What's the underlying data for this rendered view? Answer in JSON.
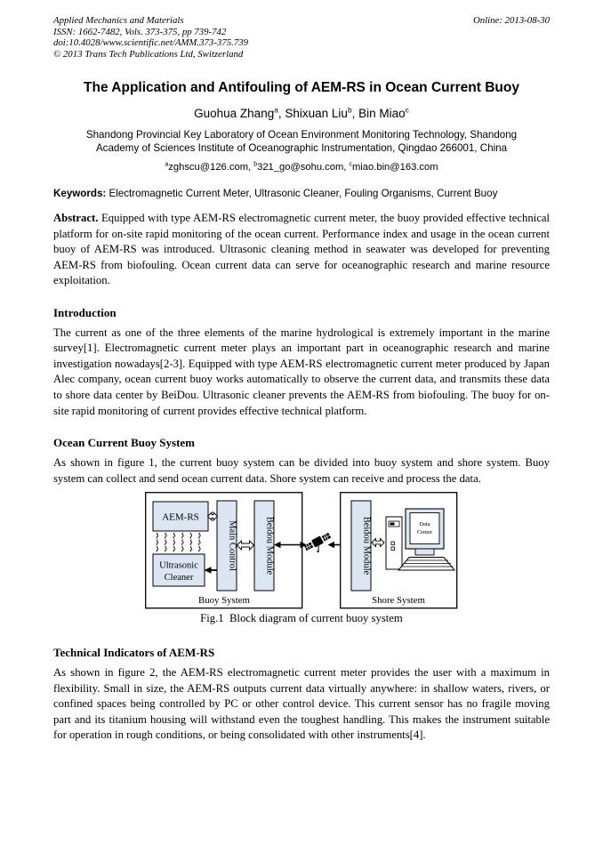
{
  "header": {
    "journal": "Applied Mechanics and Materials",
    "issn_line": "ISSN: 1662-7482, Vols. 373-375, pp 739-742",
    "doi_line": "doi:10.4028/www.scientific.net/AMM.373-375.739",
    "copyright_line": "© 2013 Trans Tech Publications Ltd, Switzerland",
    "online_date": "Online: 2013-08-30"
  },
  "title": "The Application and Antifouling of AEM-RS in Ocean Current Buoy",
  "authors": {
    "name1": "Guohua Zhang",
    "sup1": "a",
    "sep1": ", ",
    "name2": "Shixuan Liu",
    "sup2": "b",
    "sep2": ", ",
    "name3": "Bin Miao",
    "sup3": "c"
  },
  "affiliation": {
    "line1": "Shandong Provincial Key Laboratory of Ocean Environment Monitoring Technology, Shandong",
    "line2": "Academy of Sciences Institute of Oceanographic Instrumentation, Qingdao 266001, China"
  },
  "emails": {
    "sup1": "a",
    "addr1": "zghscu@126.com",
    "sep1": ", ",
    "sup2": "b",
    "addr2": "321_go@sohu.com",
    "sep2": ", ",
    "sup3": "c",
    "addr3": "miao.bin@163.com"
  },
  "keywords": {
    "label": "Keywords:",
    "text": " Electromagnetic Current Meter, Ultrasonic Cleaner, Fouling Organisms, Current Buoy"
  },
  "abstract": {
    "label": "Abstract.",
    "text": " Equipped with type AEM-RS electromagnetic current meter, the buoy provided effective technical platform for on-site rapid monitoring of the ocean current. Performance index and usage in the ocean current buoy of AEM-RS was introduced. Ultrasonic cleaning method in seawater was developed for preventing AEM-RS from biofouling. Ocean current data can serve for oceanographic research and marine resource exploitation."
  },
  "sections": {
    "introduction": {
      "heading": "Introduction",
      "body": "The current as one of the three elements of the marine hydrological is extremely important in the marine survey[1]. Electromagnetic current meter plays an important part in oceanographic research and marine investigation nowadays[2-3]. Equipped with type AEM-RS electromagnetic current meter produced by Japan Alec company, ocean current buoy works automatically to observe the current data, and transmits these data to shore data center by BeiDou. Ultrasonic cleaner prevents the AEM-RS from biofouling. The buoy for on-site rapid monitoring of current provides effective technical platform."
    },
    "buoy_system": {
      "heading": "Ocean Current Buoy System",
      "body": "As shown in figure 1, the current buoy system can be divided into buoy system and shore system. Buoy system can collect and send ocean current data. Shore system can receive and process the data."
    },
    "technical": {
      "heading": "Technical Indicators of AEM-RS",
      "body": "As shown in figure 2, the AEM-RS electromagnetic current meter provides the user with a maximum in flexibility. Small in size, the AEM-RS outputs current data virtually anywhere: in shallow waters, rivers, or confined spaces being controlled by PC or other control device. This current sensor has no fragile moving part and its titanium housing will withstand even the toughest handling. This makes the instrument suitable for operation in rough conditions, or being consolidated with other instruments[4]."
    }
  },
  "figure": {
    "caption": "Fig.1  Block diagram of current buoy system",
    "block_fill": "#dce6f2",
    "blocks": {
      "aem_rs": "AEM-RS",
      "ultrasonic1": "Ultrasonic",
      "ultrasonic2": "Cleaner",
      "main_control": "Main Control",
      "beidou_buoy": "Beidou Module",
      "beidou_shore": "Beidou Module",
      "data_center1": "Data",
      "data_center2": "Center",
      "buoy_label": "Buoy System",
      "shore_label": "Shore System"
    }
  }
}
